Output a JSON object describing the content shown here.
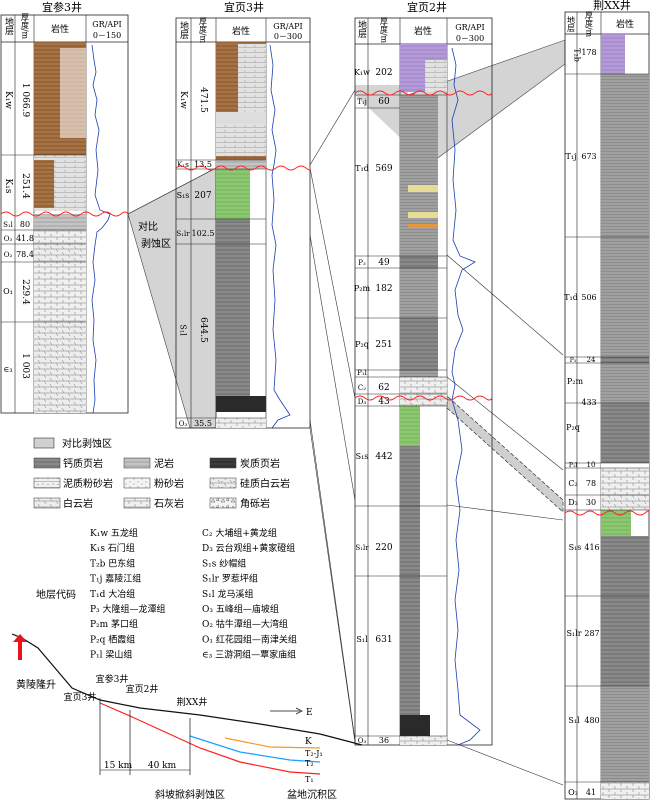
{
  "wells": {
    "w1": {
      "name": "宜参3井",
      "header": {
        "layer": "地层",
        "thick": "厚度/m",
        "lith": "岩性",
        "gr": "GR/API",
        "range": "0－150"
      },
      "units": [
        {
          "code": "K₁w",
          "thick": "1 066.9"
        },
        {
          "code": "K₁s",
          "thick": "251.4"
        },
        {
          "code": "S₁l",
          "thick": "80"
        },
        {
          "code": "O₃",
          "thick": "41.8"
        },
        {
          "code": "O₂",
          "thick": "78.4"
        },
        {
          "code": "O₁",
          "thick": "229.4"
        },
        {
          "code": "∈₃",
          "thick": "1 003"
        }
      ]
    },
    "w2": {
      "name": "宜页3井",
      "header": {
        "layer": "地层",
        "thick": "厚度/m",
        "lith": "岩性",
        "gr": "GR/API",
        "range": "0－300"
      },
      "units": [
        {
          "code": "K₁w",
          "thick": "471.5"
        },
        {
          "code": "K₁s",
          "thick": "13.5"
        },
        {
          "code": "S₁s",
          "thick": "207"
        },
        {
          "code": "S₁lr",
          "thick": "102.5"
        },
        {
          "code": "S₁l",
          "thick": "644.5"
        },
        {
          "code": "O₃",
          "thick": "35.5"
        }
      ]
    },
    "w3": {
      "name": "宜页2井",
      "header": {
        "layer": "地层",
        "thick": "厚度/m",
        "lith": "岩性",
        "gr": "GR/API",
        "range": "0－300"
      },
      "units": [
        {
          "code": "K₁w",
          "thick": "202"
        },
        {
          "code": "T₁j",
          "thick": "60"
        },
        {
          "code": "T₁d",
          "thick": "569"
        },
        {
          "code": "P₃",
          "thick": "49"
        },
        {
          "code": "P₂m",
          "thick": "182"
        },
        {
          "code": "P₂q",
          "thick": "251"
        },
        {
          "code": "P₁l",
          "thick": ""
        },
        {
          "code": "C₂",
          "thick": "62"
        },
        {
          "code": "D₃",
          "thick": "43"
        },
        {
          "code": "S₁s",
          "thick": "442"
        },
        {
          "code": "S₁lr",
          "thick": "220"
        },
        {
          "code": "S₁l",
          "thick": "631"
        },
        {
          "code": "O₃",
          "thick": "36"
        }
      ]
    },
    "w4": {
      "name": "荆XX井",
      "header": {
        "layer": "地层",
        "thick": "厚度/m",
        "lith": "岩性"
      },
      "units": [
        {
          "code": "T₂b",
          "thick": "178"
        },
        {
          "code": "T₁j",
          "thick": "673"
        },
        {
          "code": "T₁d",
          "thick": "506"
        },
        {
          "code": "P₃",
          "thick": "24"
        },
        {
          "code": "P₂m",
          "thick": ""
        },
        {
          "code": "P₂q",
          "thick": "433"
        },
        {
          "code": "P₁l",
          "thick": "10"
        },
        {
          "code": "C₂",
          "thick": "78"
        },
        {
          "code": "D₃",
          "thick": "30"
        },
        {
          "code": "S₁s",
          "thick": "416"
        },
        {
          "code": "S₁lr",
          "thick": "287"
        },
        {
          "code": "S₁l",
          "thick": "480"
        },
        {
          "code": "O₃",
          "thick": "41"
        }
      ]
    }
  },
  "annotations": {
    "erosion_area": "对比\n剥蚀区"
  },
  "legend": {
    "items": [
      "对比剥蚀区",
      "钙质页岩",
      "泥岩",
      "炭质页岩",
      "泥质粉砂岩",
      "粉砂岩",
      "硅质白云岩",
      "白云岩",
      "石灰岩",
      "角砾岩"
    ]
  },
  "codes": {
    "title": "地层代码",
    "left": [
      "K₁w 五龙组",
      "K₁s 石门组",
      "T₂b 巴东组",
      "T₁j 嘉陵江组",
      "T₁d 大冶组",
      "P₃ 大隆组—龙潭组",
      "P₂m 茅口组",
      "P₂q 栖霞组",
      "P₁l 梁山组"
    ],
    "right": [
      "C₂ 大埔组+黄龙组",
      "D₃ 云台观组+黄家磴组",
      "S₁s 纱帽组",
      "S₁lr 罗惹坪组",
      "S₁l 龙马溪组",
      "O₃ 五峰组—庙坡组",
      "O₂ 牯牛潭组—大湾组",
      "O₁ 红花园组—南津关组",
      "∈₃ 三游洞组—覃家庙组"
    ]
  },
  "profile": {
    "uplift": "黄陵隆升",
    "wells": [
      "宜参3井",
      "宜页2井",
      "宜页3井",
      "荆XX井"
    ],
    "direction": "E",
    "distances": [
      "15 km",
      "40 km"
    ],
    "horizons": [
      "K",
      "T₂-J₁",
      "T₂",
      "T₁"
    ],
    "zones": [
      "斜坡掀斜剥蚀区",
      "盆地沉积区"
    ]
  },
  "colors": {
    "shale": "#808080",
    "mudstone": "#bfbfbf",
    "brown": "#a87040",
    "purple": "#b59ad8",
    "green": "#8cc870",
    "yellow": "#e6dc96",
    "orange": "#e6963c",
    "unconformity": "#ff2020",
    "gr": "#1a3fb0",
    "erosion": "#d0d0d0"
  }
}
